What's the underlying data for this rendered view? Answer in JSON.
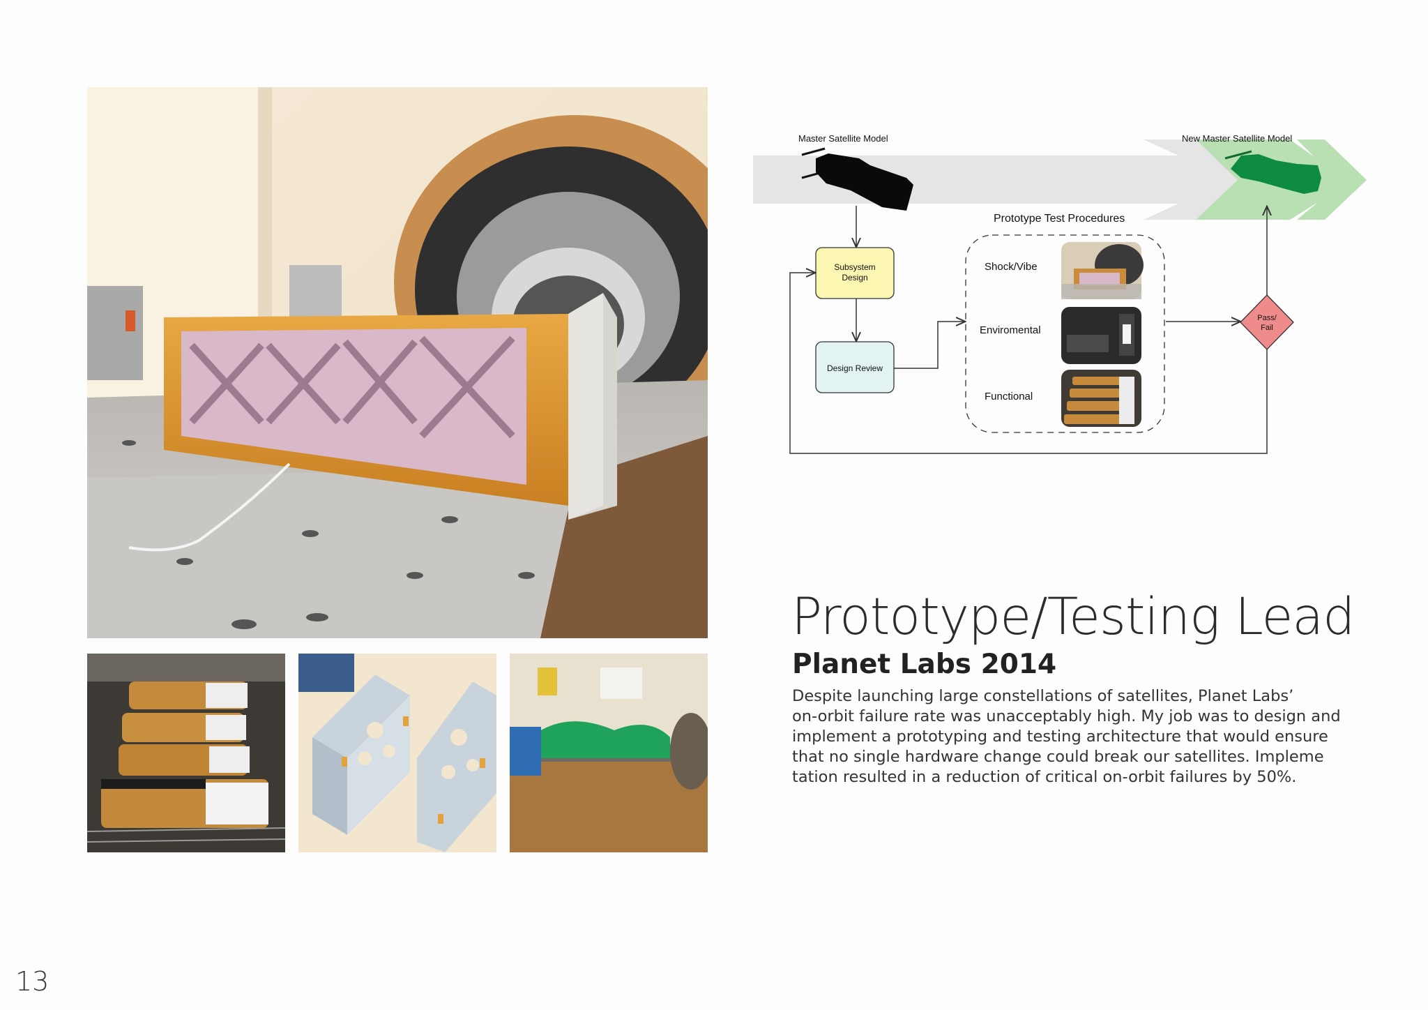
{
  "page": {
    "number": "13"
  },
  "heading": {
    "title": "Prototype/Testing Lead",
    "subtitle": "Planet Labs 2014"
  },
  "body_lines": [
    "Despite launching large constellations of satellites, Planet Labs’",
    "on-orbit failure rate was unacceptably high. My job was to design and",
    "implement a prototyping and testing architecture that would ensure",
    "that no single hardware change could break our satellites. Impleme",
    "tation resulted in a reduction of critical on-orbit failures by 50%."
  ],
  "diagram": {
    "master_model": "Master Satellite Model",
    "new_master_model": "New Master Satellite Model",
    "procedures_title": "Prototype Test Procedures",
    "subsystem_design": [
      "Subsystem",
      "Design"
    ],
    "design_review": "Design Review",
    "tests": [
      "Shock/Vibe",
      "Enviromental",
      "Functional"
    ],
    "decision": [
      "Pass/",
      "Fail"
    ],
    "colors": {
      "arrow_gray": "#e4e4e4",
      "arrow_green": "#b9dfb4",
      "satellite_green": "#0e8b43",
      "subsystem_fill": "#fbf7b2",
      "review_fill": "#e3f3f3",
      "decision_fill": "#f08b8b"
    }
  },
  "photos": {
    "main": "satellite-on-shaker-table",
    "thumbnails": [
      "satellites-in-thermal-chamber",
      "satellite-frames",
      "vibration-test-setup"
    ]
  }
}
